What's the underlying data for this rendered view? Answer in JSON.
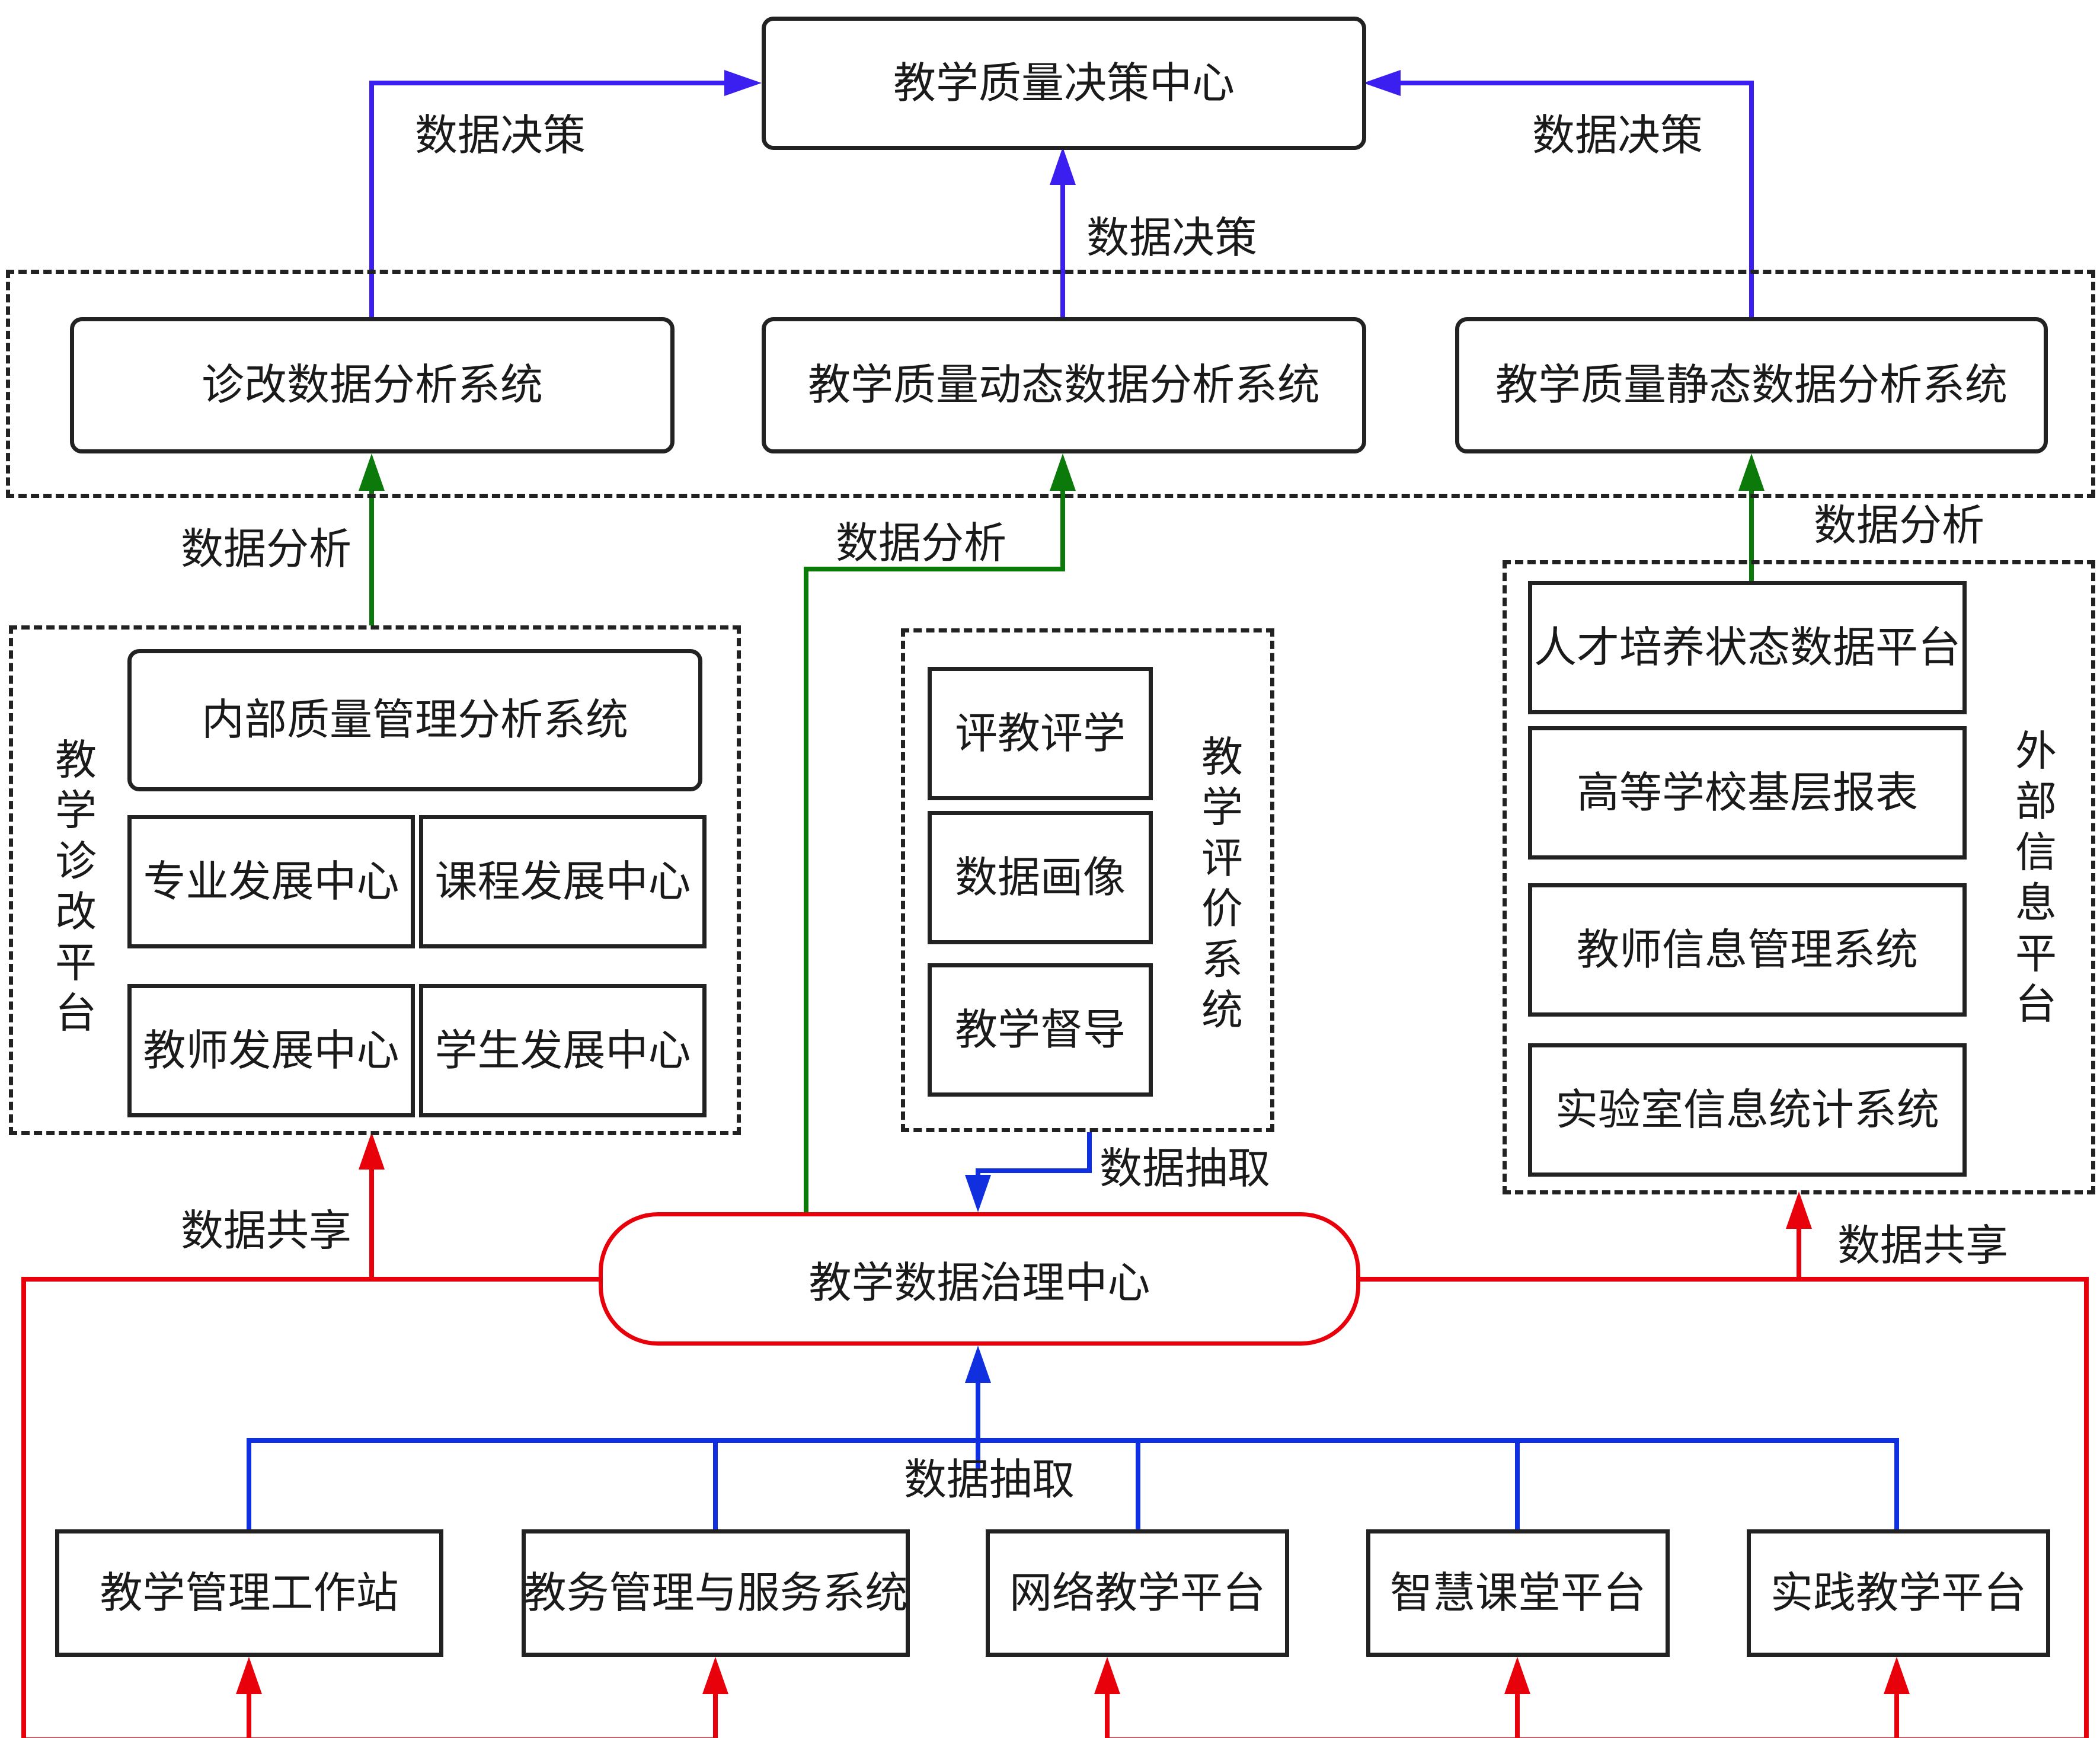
{
  "top": {
    "center": "教学质量决策中心"
  },
  "analysis_layer": {
    "zhengai": "诊改数据分析系统",
    "dynamic": "教学质量动态数据分析系统",
    "static": "教学质量静态数据分析系统"
  },
  "left_group": {
    "title": "教学诊改平台",
    "top_box": "内部质量管理分析系统",
    "cells": [
      "专业发展中心",
      "课程发展中心",
      "教师发展中心",
      "学生发展中心"
    ]
  },
  "middle_group": {
    "title": "教学评价系统",
    "items": [
      "评教评学",
      "数据画像",
      "教学督导"
    ]
  },
  "right_group": {
    "title": "外部信息平台",
    "items": [
      "人才培养状态数据平台",
      "高等学校基层报表",
      "教师信息管理系统",
      "实验室信息统计系统"
    ]
  },
  "hub": "教学数据治理中心",
  "bottom": [
    "教学管理工作站",
    "教务管理与服务系统",
    "网络教学平台",
    "智慧课堂平台",
    "实践教学平台"
  ],
  "labels": {
    "decision_left": "数据决策",
    "decision_right": "数据决策",
    "decision_mid": "数据决策",
    "analysis_left": "数据分析",
    "analysis_mid": "数据分析",
    "analysis_right": "数据分析",
    "extract_mid": "数据抽取",
    "extract_bottom": "数据抽取",
    "share_left": "数据共享",
    "share_right": "数据共享"
  },
  "colors": {
    "decision": "#3b1ff0",
    "analysis": "#0b7a0b",
    "extract": "#1030e0",
    "share": "#e8000b",
    "border": "#222222"
  }
}
